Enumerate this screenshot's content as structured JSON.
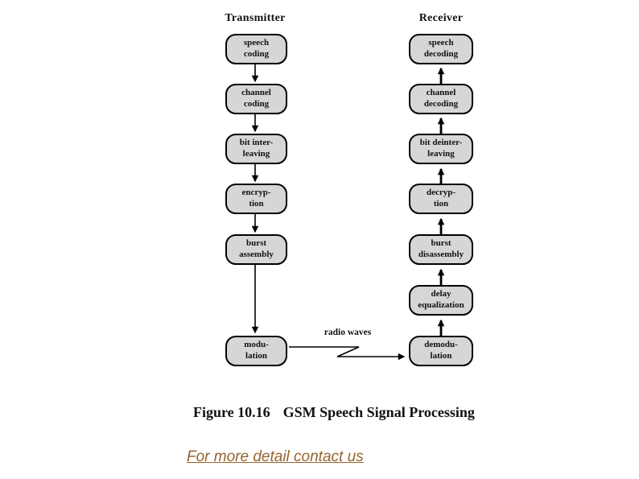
{
  "diagram": {
    "transmitter": {
      "header": "Transmitter",
      "flow_direction": "downward",
      "nodes": [
        {
          "label": "speech\ncoding"
        },
        {
          "label": "channel\ncoding"
        },
        {
          "label": "bit inter-\nleaving"
        },
        {
          "label": "encryp-\ntion"
        },
        {
          "label": "burst\nassembly"
        },
        {
          "label": "modu-\nlation"
        }
      ]
    },
    "receiver": {
      "header": "Receiver",
      "flow_direction": "upward",
      "nodes": [
        {
          "label": "speech\ndecoding"
        },
        {
          "label": "channel\ndecoding"
        },
        {
          "label": "bit deinter-\nleaving"
        },
        {
          "label": "decryp-\ntion"
        },
        {
          "label": "burst\ndisassembly"
        },
        {
          "label": "delay\nequalization"
        },
        {
          "label": "demodu-\nlation"
        }
      ]
    },
    "radio_link": {
      "from": "modu-lation",
      "to": "demodu-lation",
      "label": "radio waves"
    },
    "colors": {
      "node_fill": "#d6d6d6",
      "node_border": "#000000",
      "arrow": "#000000"
    }
  },
  "figure": {
    "number": "Figure 10.16",
    "title": "GSM Speech Signal Processing"
  },
  "footer": {
    "link_text": "For more detail contact us",
    "link_color": "#96632e"
  }
}
